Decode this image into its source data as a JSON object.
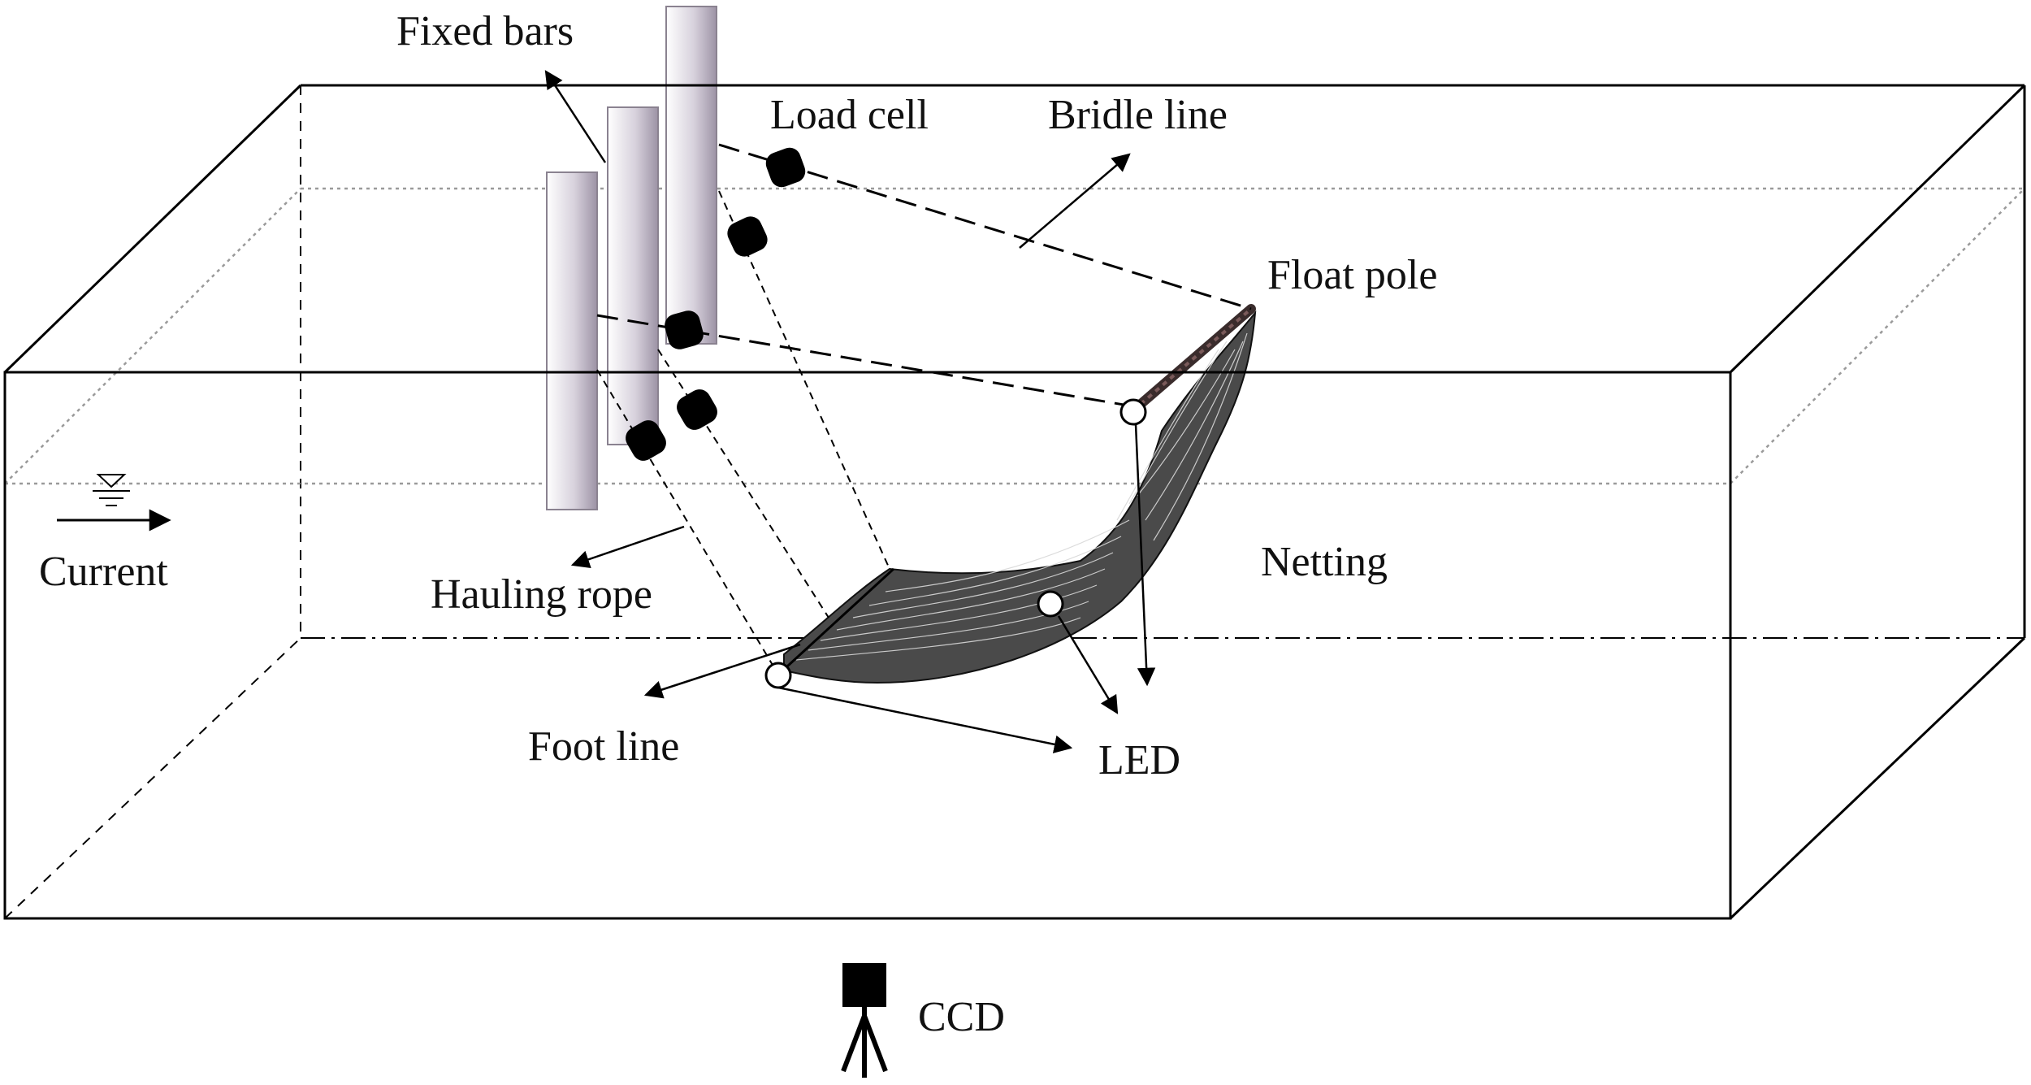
{
  "labels": {
    "fixed_bars": "Fixed bars",
    "load_cell": "Load cell",
    "bridle_line": "Bridle line",
    "float_pole": "Float pole",
    "current": "Current",
    "hauling_rope": "Hauling rope",
    "netting": "Netting",
    "foot_line": "Foot line",
    "led": "LED",
    "ccd": "CCD"
  },
  "colors": {
    "outline": "#000000",
    "water_line": "#999999",
    "bar_shade": "#b9b2bf",
    "netting": "#222222"
  }
}
